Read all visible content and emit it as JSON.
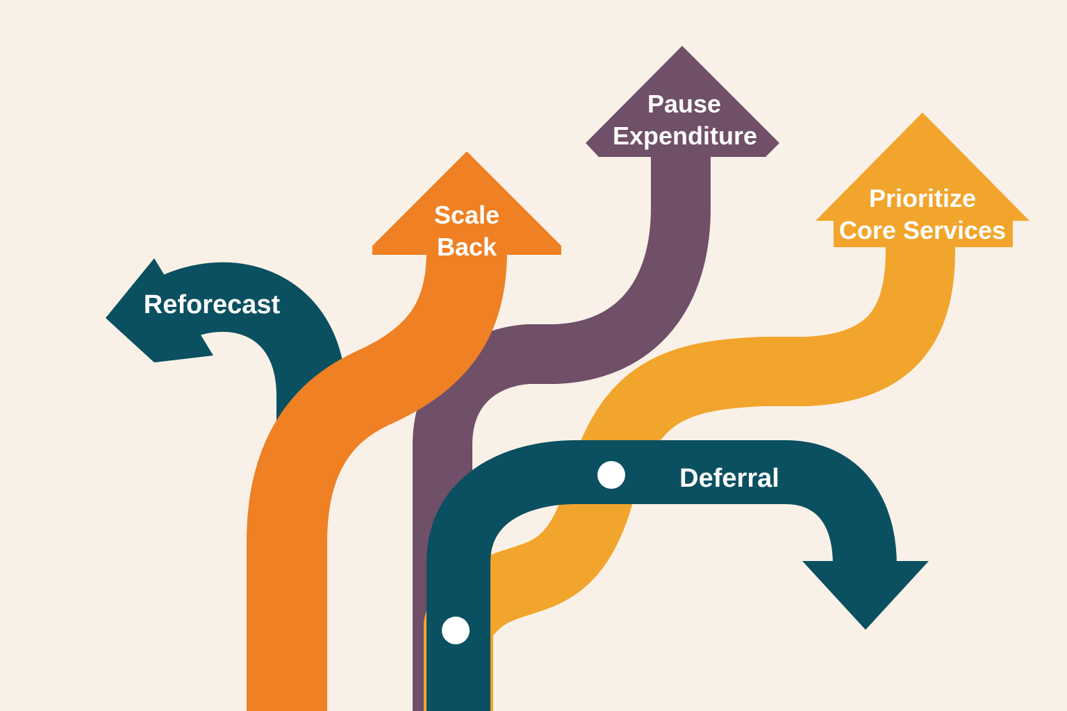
{
  "colors": {
    "background": "#f9f1e8",
    "teal": "#0a5060",
    "orange": "#ef8023",
    "purple": "#704f68",
    "gold": "#f2a52c",
    "dot": "#ffffff"
  },
  "paths": {
    "reforecast": {
      "label": "Reforecast",
      "color": "teal"
    },
    "scale_back": {
      "label_line1": "Scale",
      "label_line2": "Back",
      "color": "orange"
    },
    "pause_expenditure": {
      "label_line1": "Pause",
      "label_line2": "Expenditure",
      "color": "purple"
    },
    "prioritize_core_services": {
      "label_line1": "Prioritize",
      "label_line2": "Core Services",
      "color": "gold"
    },
    "deferral": {
      "label": "Deferral",
      "color": "teal"
    }
  }
}
